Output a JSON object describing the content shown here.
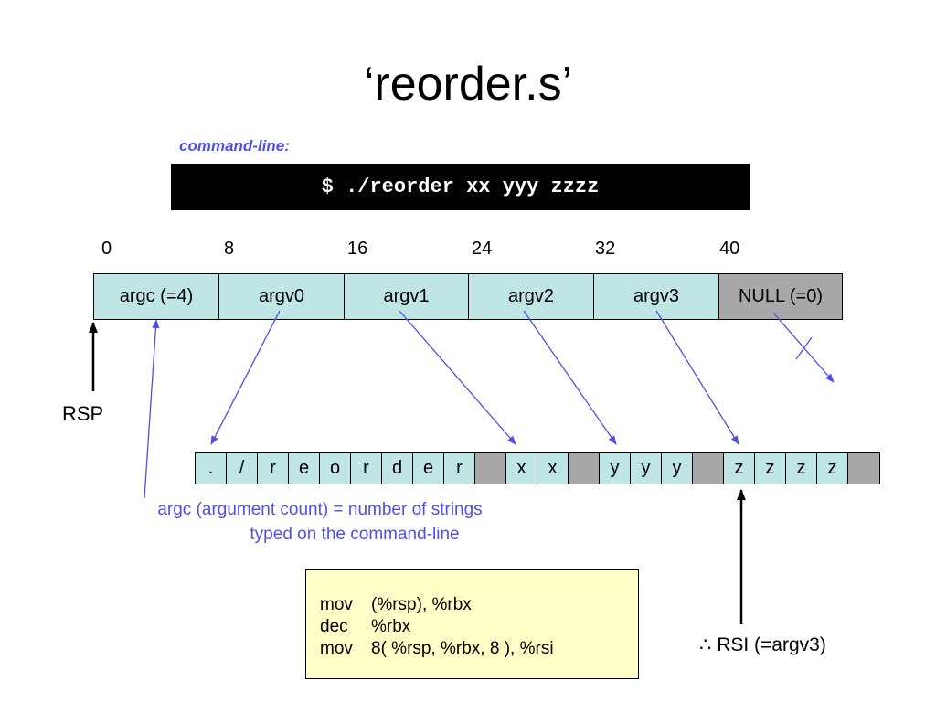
{
  "title": "‘reorder.s’",
  "command_label": "command-line:",
  "command": "$ ./reorder xx yyy zzzz",
  "offsets": [
    "0",
    "8",
    "16",
    "24",
    "32",
    "40"
  ],
  "stack_cells": [
    "argc (=4)",
    "argv0",
    "argv1",
    "argv2",
    "argv3",
    "NULL (=0)"
  ],
  "chars": [
    ".",
    "/",
    "r",
    "e",
    "o",
    "r",
    "d",
    "e",
    "r",
    "",
    "x",
    "x",
    "",
    "y",
    "y",
    "y",
    "",
    "z",
    "z",
    "z",
    "z",
    ""
  ],
  "rsp_label": "RSP",
  "argc_note_line1": "argc (argument count) = number of strings",
  "argc_note_line2": "typed on the command-line",
  "code": [
    {
      "op": "mov",
      "args": "(%rsp), %rbx"
    },
    {
      "op": "dec",
      "args": "%rbx"
    },
    {
      "op": "mov",
      "args": "8( %rsp, %rbx, 8 ), %rsi"
    }
  ],
  "rsi_label": "∴ RSI (=argv3)",
  "colors": {
    "cell": "#bfe5e5",
    "null_cell": "#a8a8a8",
    "arrow_blue": "#5050e6",
    "code_bg": "#ffffc8"
  }
}
